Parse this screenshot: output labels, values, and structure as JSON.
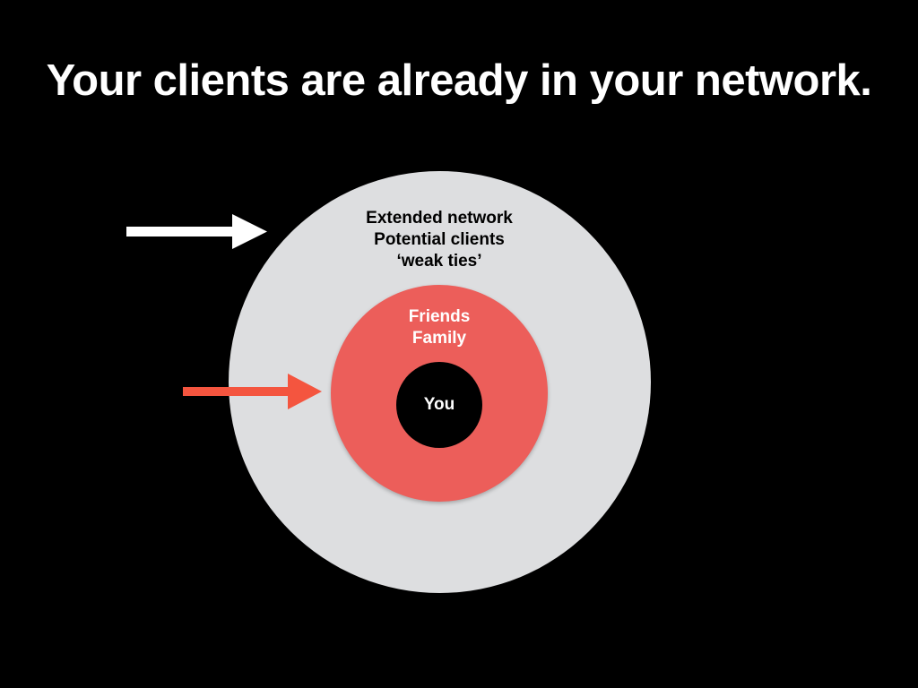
{
  "slide": {
    "title": "Your clients are already in your network."
  },
  "diagram": {
    "rings": {
      "outer": {
        "lines": [
          "Extended network",
          "Potential clients",
          "‘weak ties’"
        ],
        "color": "#dddee0",
        "text_color": "#000000"
      },
      "middle": {
        "lines": [
          "Friends",
          "Family"
        ],
        "color": "#ec5e5a",
        "text_color": "#ffffff"
      },
      "inner": {
        "lines": [
          "You"
        ],
        "color": "#000000",
        "text_color": "#ffffff"
      }
    },
    "arrows": [
      {
        "name": "outer-ring-arrow",
        "color": "#ffffff",
        "icon": "arrow-right-icon"
      },
      {
        "name": "middle-ring-arrow",
        "color": "#f4553f",
        "icon": "arrow-right-icon"
      }
    ]
  }
}
